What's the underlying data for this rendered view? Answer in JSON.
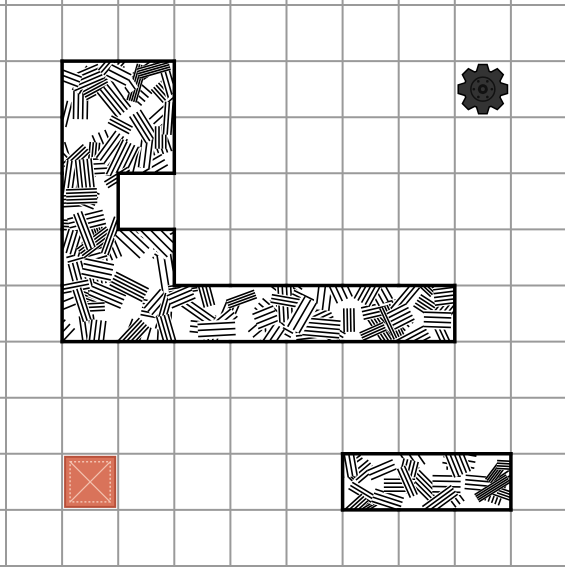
{
  "board": {
    "columns": 10,
    "rows": 10,
    "background": "#ffffff",
    "grid_color": "#9a9a9a",
    "wall_fill": "#ffffff",
    "wall_hatch": "#000000",
    "wall_outline": "#000000"
  },
  "walls": [
    {
      "name": "wall-l-shape",
      "cells": [
        [
          1,
          1
        ],
        [
          2,
          1
        ],
        [
          1,
          2
        ],
        [
          2,
          2
        ],
        [
          1,
          3
        ],
        [
          1,
          4
        ],
        [
          2,
          4
        ],
        [
          1,
          5
        ],
        [
          2,
          5
        ],
        [
          3,
          5
        ],
        [
          4,
          5
        ],
        [
          5,
          5
        ],
        [
          6,
          5
        ],
        [
          7,
          5
        ]
      ]
    },
    {
      "name": "wall-bottom-bar",
      "cells": [
        [
          6,
          8
        ],
        [
          7,
          8
        ],
        [
          8,
          8
        ]
      ]
    }
  ],
  "pieces": [
    {
      "name": "gear-icon",
      "kind": "gear",
      "cell": [
        8,
        1
      ],
      "color": "#333333",
      "interactable": true
    },
    {
      "name": "orange-tile-icon",
      "kind": "tile",
      "cell": [
        1,
        8
      ],
      "color": "#d9735a",
      "border": "#b8503a",
      "interactable": true
    }
  ]
}
